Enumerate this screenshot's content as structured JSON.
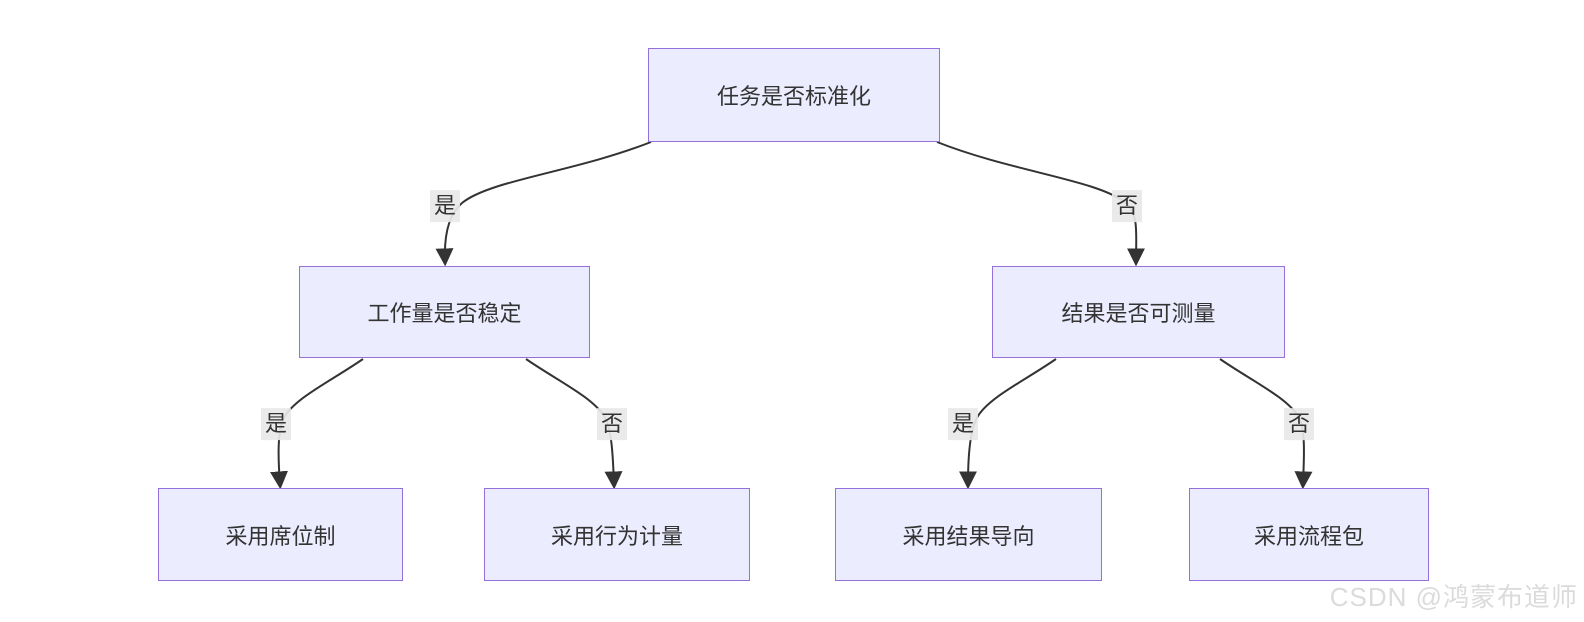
{
  "diagram": {
    "type": "flowchart",
    "direction": "top-down",
    "nodes": {
      "root": {
        "label": "任务是否标准化"
      },
      "workload": {
        "label": "工作量是否稳定"
      },
      "result": {
        "label": "结果是否可测量"
      },
      "seat": {
        "label": "采用席位制"
      },
      "behavior": {
        "label": "采用行为计量"
      },
      "outcome": {
        "label": "采用结果导向"
      },
      "process": {
        "label": "采用流程包"
      }
    },
    "edges": [
      {
        "from": "任务是否标准化",
        "to": "工作量是否稳定",
        "label": "是"
      },
      {
        "from": "任务是否标准化",
        "to": "结果是否可测量",
        "label": "否"
      },
      {
        "from": "工作量是否稳定",
        "to": "采用席位制",
        "label": "是"
      },
      {
        "from": "工作量是否稳定",
        "to": "采用行为计量",
        "label": "否"
      },
      {
        "from": "结果是否可测量",
        "to": "采用结果导向",
        "label": "是"
      },
      {
        "from": "结果是否可测量",
        "to": "采用流程包",
        "label": "否"
      }
    ],
    "colors": {
      "node_fill": "#ECECFF",
      "node_border": "#9370DB",
      "edge": "#333333",
      "edge_label_bg": "#E8E8E8",
      "text": "#333333"
    }
  },
  "watermark": {
    "text": "CSDN @鸿蒙布道师",
    "color": "#DBDBDB"
  }
}
